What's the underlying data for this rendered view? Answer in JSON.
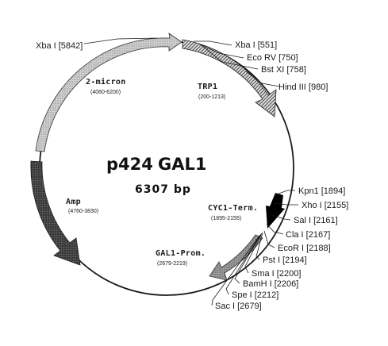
{
  "plasmid": {
    "name": "p424",
    "promoter": "GAL1",
    "size": "6307 bp"
  },
  "features": {
    "trp1": {
      "name": "TRP1",
      "range": "(200-1213)"
    },
    "two_micron": {
      "name": "2-micron",
      "range": "(4060-6200)"
    },
    "amp": {
      "name": "Amp",
      "range": "(4760-3830)"
    },
    "cyc1": {
      "name": "CYC1-Term.",
      "range": "(1895-2155)"
    },
    "gal1": {
      "name": "GAL1-Prom.",
      "range": "(2679-2219)"
    }
  },
  "sites": {
    "xba_5842": "Xba I [5842]",
    "xba_551": "Xba I [551]",
    "ecorv_750": "Eco RV [750]",
    "bstxi_758": "Bst XI [758]",
    "hindiii_980": "Hind III [980]",
    "kpn1_1894": "Kpn1 [1894]",
    "xho1_2155": "Xho I [2155]",
    "sal1_2161": "Sal I [2161]",
    "cla1_2167": "Cla I [2167]",
    "ecor1_2188": "EcoR I [2188]",
    "pst1_2194": "Pst I [2194]",
    "sma1_2200": "Sma I [2200]",
    "bamh1_2206": "BamH I [2206]",
    "spe1_2212": "Spe I [2212]",
    "sac1_2679": "Sac I [2679]"
  },
  "colors": {
    "line": "#1a1a1a",
    "trp1_fill": "#555555",
    "two_micron_fill": "#b8b8b8",
    "amp_fill": "#3c3c3c",
    "cyc1_fill": "#000000",
    "gal1_fill": "#8a8a8a"
  }
}
